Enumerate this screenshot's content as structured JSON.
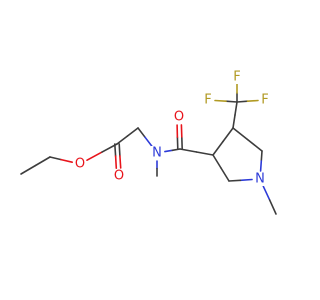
{
  "structure": {
    "atoms": [
      {
        "id": "c_ethyl_end",
        "label": ""
      },
      {
        "id": "c_ethyl",
        "label": ""
      },
      {
        "id": "o_ester",
        "label": "O"
      },
      {
        "id": "c_ester",
        "label": ""
      },
      {
        "id": "o_ester_carbonyl",
        "label": "O"
      },
      {
        "id": "c_methylene",
        "label": ""
      },
      {
        "id": "n_amide",
        "label": "N"
      },
      {
        "id": "c_n_methyl",
        "label": ""
      },
      {
        "id": "c_amide",
        "label": ""
      },
      {
        "id": "o_amide_carbonyl",
        "label": "O"
      },
      {
        "id": "c_ring_3",
        "label": ""
      },
      {
        "id": "c_ring_4",
        "label": ""
      },
      {
        "id": "c_cf3",
        "label": ""
      },
      {
        "id": "f_top",
        "label": "F"
      },
      {
        "id": "f_left",
        "label": "F"
      },
      {
        "id": "f_right",
        "label": "F"
      },
      {
        "id": "c_ring_5",
        "label": ""
      },
      {
        "id": "n_ring",
        "label": "N"
      },
      {
        "id": "c_ring_methyl",
        "label": ""
      },
      {
        "id": "c_ring_2",
        "label": ""
      }
    ],
    "bonds": [
      {
        "a": "c_ethyl_end",
        "b": "c_ethyl",
        "order": 1
      },
      {
        "a": "c_ethyl",
        "b": "o_ester",
        "order": 1
      },
      {
        "a": "o_ester",
        "b": "c_ester",
        "order": 1
      },
      {
        "a": "c_ester",
        "b": "o_ester_carbonyl",
        "order": 2
      },
      {
        "a": "c_ester",
        "b": "c_methylene",
        "order": 1
      },
      {
        "a": "c_methylene",
        "b": "n_amide",
        "order": 1
      },
      {
        "a": "n_amide",
        "b": "c_n_methyl",
        "order": 1
      },
      {
        "a": "n_amide",
        "b": "c_amide",
        "order": 1
      },
      {
        "a": "c_amide",
        "b": "o_amide_carbonyl",
        "order": 2
      },
      {
        "a": "c_amide",
        "b": "c_ring_3",
        "order": 1
      },
      {
        "a": "c_ring_3",
        "b": "c_ring_4",
        "order": 1
      },
      {
        "a": "c_ring_4",
        "b": "c_cf3",
        "order": 1
      },
      {
        "a": "c_cf3",
        "b": "f_top",
        "order": 1
      },
      {
        "a": "c_cf3",
        "b": "f_left",
        "order": 1
      },
      {
        "a": "c_cf3",
        "b": "f_right",
        "order": 1
      },
      {
        "a": "c_ring_4",
        "b": "c_ring_5",
        "order": 1
      },
      {
        "a": "c_ring_5",
        "b": "n_ring",
        "order": 1
      },
      {
        "a": "n_ring",
        "b": "c_ring_methyl",
        "order": 1
      },
      {
        "a": "n_ring",
        "b": "c_ring_2",
        "order": 1
      },
      {
        "a": "c_ring_2",
        "b": "c_ring_3",
        "order": 1
      }
    ]
  },
  "colors": {
    "carbon": "#3d3d3d",
    "oxygen": "#e8141b",
    "nitrogen": "#2d3bd8",
    "fluorine": "#b19a23"
  }
}
